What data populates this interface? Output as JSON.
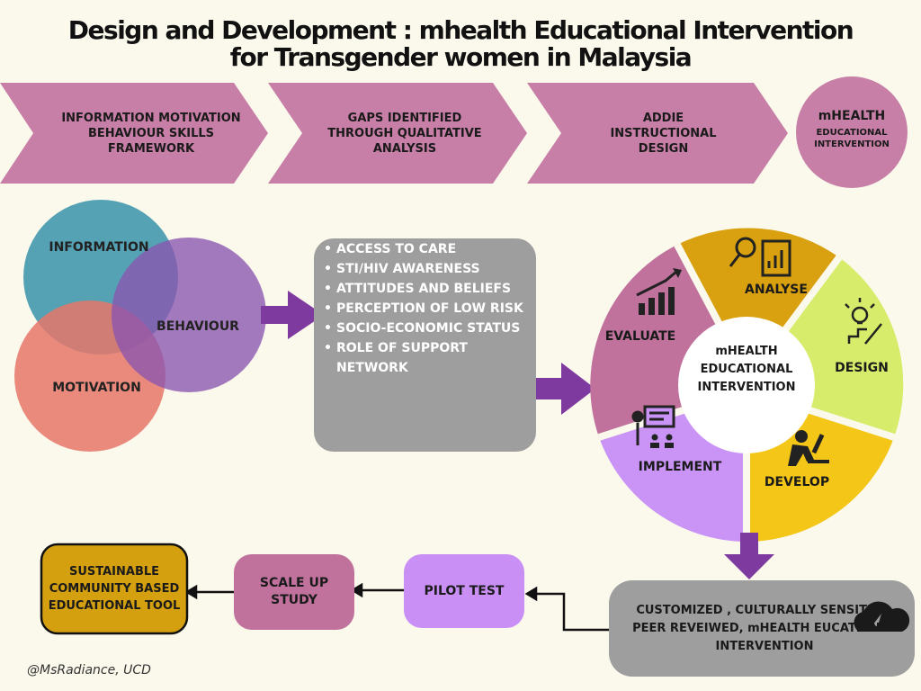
{
  "title": {
    "line1": "Design and Development : mhealth Educational Intervention",
    "line2": "for Transgender women in Malaysia"
  },
  "top_flow": {
    "steps": [
      {
        "label": "INFORMATION MOTIVATION BEHAVIOUR SKILLS FRAMEWORK"
      },
      {
        "label": "GAPS IDENTIFIED THROUGH QUALITATIVE ANALYSIS"
      },
      {
        "label": "ADDIE INSTRUCTIONAL DESIGN"
      }
    ],
    "end": {
      "title": "mHEALTH",
      "subtitle": "EDUCATIONAL INTERVENTION"
    }
  },
  "venn": {
    "information": "INFORMATION",
    "behaviour": "BEHAVIOUR",
    "motivation": "MOTIVATION"
  },
  "gaps_list": [
    "ACCESS TO CARE",
    "STI/HIV AWARENESS",
    "ATTITUDES AND BELIEFS",
    "PERCEPTION OF LOW RISK",
    "SOCIO-ECONOMIC STATUS",
    "ROLE OF SUPPORT NETWORK"
  ],
  "addie_cycle": {
    "center": "mHEALTH EDUCATIONAL INTERVENTION",
    "phases": {
      "analyse": "ANALYSE",
      "design": "DESIGN",
      "develop": "DEVELOP",
      "implement": "IMPLEMENT",
      "evaluate": "EVALUATE"
    }
  },
  "outcome": "CUSTOMIZED , CULTURALLY SENSITIVE, PEER REVEIWED, mHEALTH EUCATIONAL INTERVENTION",
  "bottom_flow": {
    "pilot": "PILOT TEST",
    "scale": "SCALE UP STUDY",
    "sustainable": "SUSTAINABLE COMMUNITY BASED EDUCATIONAL TOOL"
  },
  "credit": "@MsRadiance,  UCD",
  "colors": {
    "background": "#fbf9ec",
    "chevron": "#c87fa7",
    "arrow": "#7f3aa0",
    "grey_box": "#9e9e9e",
    "information": "#4c9db2",
    "behaviour": "#8a55b0",
    "motivation": "#e5776a",
    "analyse": "#d9a10f",
    "design": "#d7ec6a",
    "develop": "#f3c617",
    "implement": "#c994f6",
    "evaluate": "#c0729d",
    "pilot": "#c98ff5",
    "sustainable": "#d5a00f"
  },
  "icons": [
    "magnifier-chart-icon",
    "lightbulb-stairs-icon",
    "person-laptop-icon",
    "presenter-board-icon",
    "growth-chart-icon",
    "cloud-rocket-icon"
  ]
}
